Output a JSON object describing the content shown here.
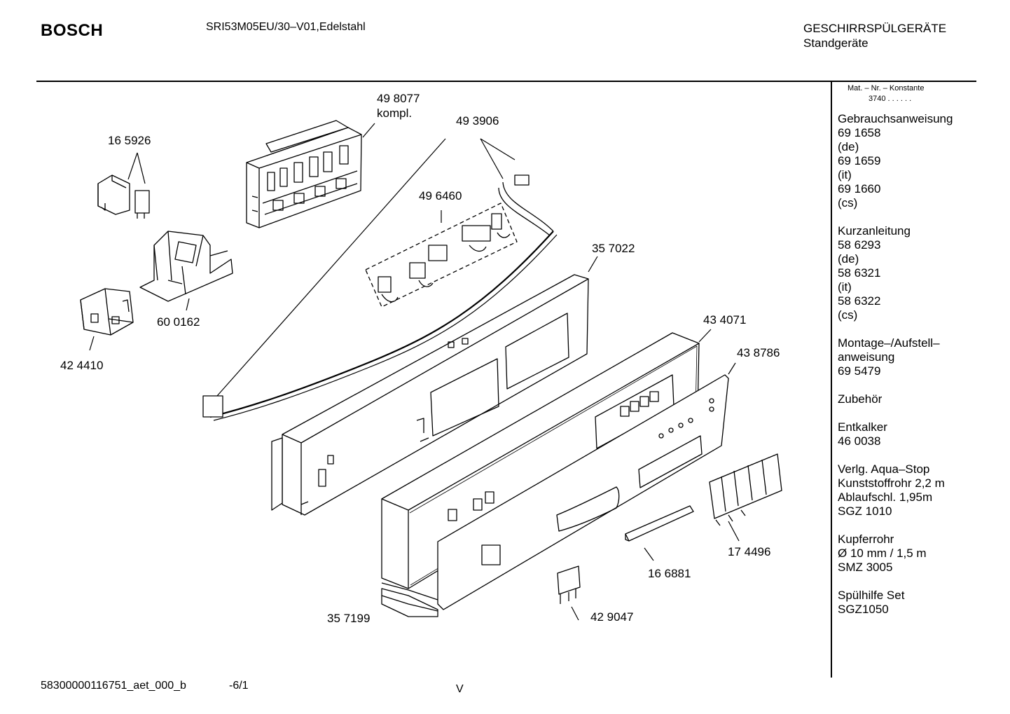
{
  "header": {
    "brand": "BOSCH",
    "model": "SRI53M05EU/30–V01,Edelstahl",
    "category_line1": "GESCHIRRSPÜLGERÄTE",
    "category_line2": "Standgeräte"
  },
  "sidebar": {
    "mat_nr_header": "Mat. – Nr. – Konstante",
    "mat_nr_value": "3740  .  .  .  .  .  .",
    "blocks": [
      [
        "Gebrauchsanweisung",
        "69 1658",
        "(de)",
        "69 1659",
        "(it)",
        "69 1660",
        "(cs)"
      ],
      [
        "Kurzanleitung",
        "58 6293",
        "(de)",
        "58 6321",
        "(it)",
        "58 6322",
        "(cs)"
      ],
      [
        "Montage–/Aufstell–",
        "anweisung",
        "69 5479"
      ],
      [
        "Zubehör"
      ],
      [
        "Entkalker",
        "46 0038"
      ],
      [
        "Verlg. Aqua–Stop",
        "Kunststoffrohr 2,2 m",
        "Ablaufschl. 1,95m",
        "SGZ 1010"
      ],
      [
        "Kupferrohr",
        "Ø 10 mm / 1,5 m",
        "SMZ 3005"
      ],
      [
        "Spülhilfe Set",
        "SGZ1050"
      ]
    ]
  },
  "parts": {
    "p498077": "49 8077",
    "p498077_sub": "kompl.",
    "p493906": "49 3906",
    "p165926": "16 5926",
    "p496460": "49 6460",
    "p357022": "35 7022",
    "p600162": "60 0162",
    "p424410": "42 4410",
    "p434071": "43 4071",
    "p438786": "43 8786",
    "p174496": "17 4496",
    "p166881": "16 6881",
    "p429047": "42 9047",
    "p357199": "35 7199"
  },
  "footer": {
    "doc_number": "58300000116751_aet_000_b",
    "page": "-6/1",
    "mark": "V"
  }
}
